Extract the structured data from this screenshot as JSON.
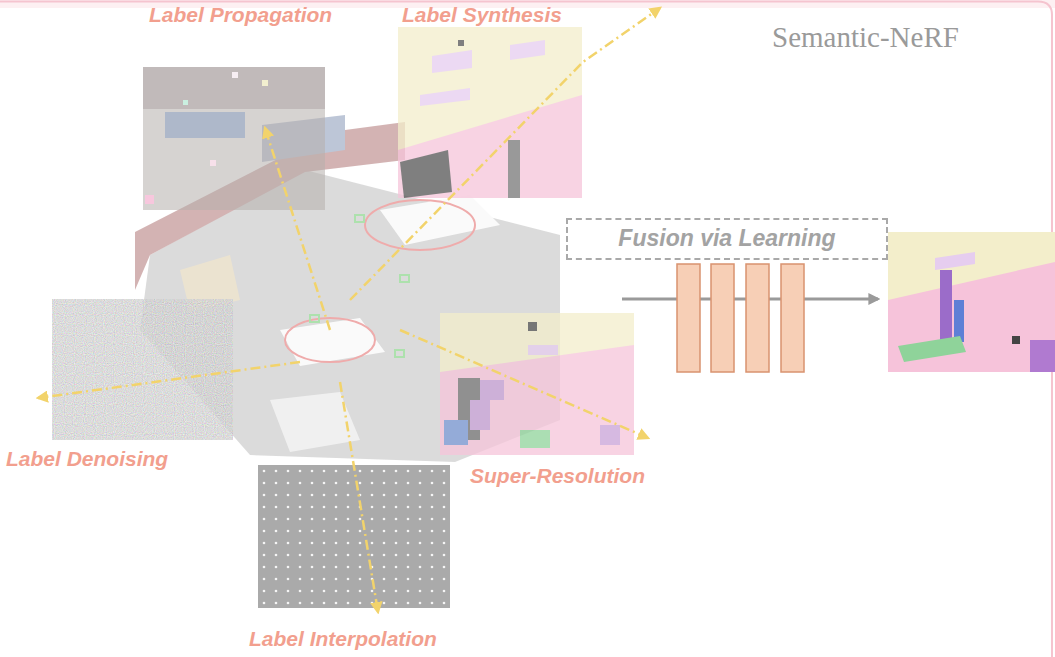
{
  "diagram": {
    "title": "Semantic-NeRF",
    "nodes": [
      {
        "text": [
          "Label Propagation"
        ]
      },
      {
        "text": [
          "Label Synthesis"
        ]
      },
      {
        "text": [
          "Fusion via Learning"
        ]
      },
      {
        "text": [
          "Label Denoising"
        ]
      },
      {
        "text": [
          "Super-Resolution"
        ]
      },
      {
        "text": [
          "Label Interpolation"
        ]
      }
    ]
  }
}
